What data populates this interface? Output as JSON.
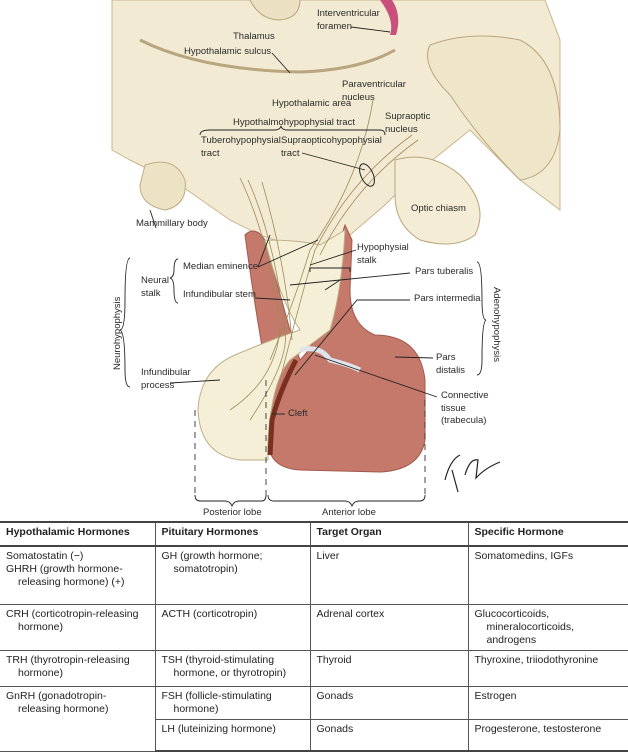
{
  "figure": {
    "labels": {
      "interventricular_foramen": [
        "Interventricular",
        "foramen"
      ],
      "thalamus": "Thalamus",
      "hypothalamic_sulcus": "Hypothalamic sulcus",
      "paraventricular_nucleus": [
        "Paraventricular",
        "nucleus"
      ],
      "hypothalamic_area": "Hypothalamic area",
      "supraoptic_nucleus": [
        "Supraoptic",
        "nucleus"
      ],
      "hypothalmohypophysial_tract": "Hypothalmohypophysial tract",
      "tuberohypophysial_tract": [
        "Tuberohypophysial",
        "tract"
      ],
      "supraopticohypophysial_tract": [
        "Supraopticohypophysial",
        "tract"
      ],
      "mammillary_body": "Mammillary body",
      "optic_chiasm": "Optic chiasm",
      "hypophysial_stalk": [
        "Hypophysial",
        "stalk"
      ],
      "median_eminence": "Median eminence",
      "neural_stalk": [
        "Neural",
        "stalk"
      ],
      "infundibular_stem": "Infundibular stem",
      "pars_tuberalis": "Pars tuberalis",
      "pars_intermedia": "Pars intermedia",
      "neurohypophysis": "Neurohypophysis",
      "adenohypophysis": "Adenohypophysis",
      "pars_distalis": [
        "Pars",
        "distalis"
      ],
      "infundibular_process": [
        "Infundibular",
        "process"
      ],
      "connective_tissue": [
        "Connective",
        "tissue",
        "(trabecula)"
      ],
      "cleft": "Cleft",
      "posterior_lobe": "Posterior lobe",
      "anterior_lobe": "Anterior lobe"
    },
    "signature": "F. Netter M.D.",
    "colors": {
      "brain": "#f2ead2",
      "anterior": "#c4796b",
      "posterior": "#f4efd6",
      "foramen": "#c8507a"
    }
  },
  "table": {
    "headers": [
      "Hypothalamic Hormones",
      "Pituitary Hormones",
      "Target Organ",
      "Specific Hormone"
    ],
    "rows": [
      {
        "hypothalamic": [
          "Somatostatin (−)",
          "GHRH (growth hormone-releasing hormone) (+)"
        ],
        "pituitary": "GH (growth hormone; somatotropin)",
        "target": "Liver",
        "specific": "Somatomedins, IGFs"
      },
      {
        "hypothalamic": [
          "CRH (corticotropin-releasing hormone)"
        ],
        "pituitary": "ACTH (corticotropin)",
        "target": "Adrenal cortex",
        "specific": "Glucocorticoids, mineralocorticoids, androgens"
      },
      {
        "hypothalamic": [
          "TRH (thyrotropin-releasing hormone)"
        ],
        "pituitary": "TSH (thyroid-stimulating hormone, or  thyrotropin)",
        "target": "Thyroid",
        "specific": "Thyroxine, triiodothyronine"
      },
      {
        "hypothalamic": [
          "GnRH (gonadotropin-releasing hormone)"
        ],
        "pituitary": "FSH (follicle-stimulating hormone)",
        "target": "Gonads",
        "specific": "Estrogen"
      },
      {
        "pituitary": "LH (luteinizing hormone)",
        "target": "Gonads",
        "specific": "Progesterone, testosterone"
      }
    ]
  }
}
